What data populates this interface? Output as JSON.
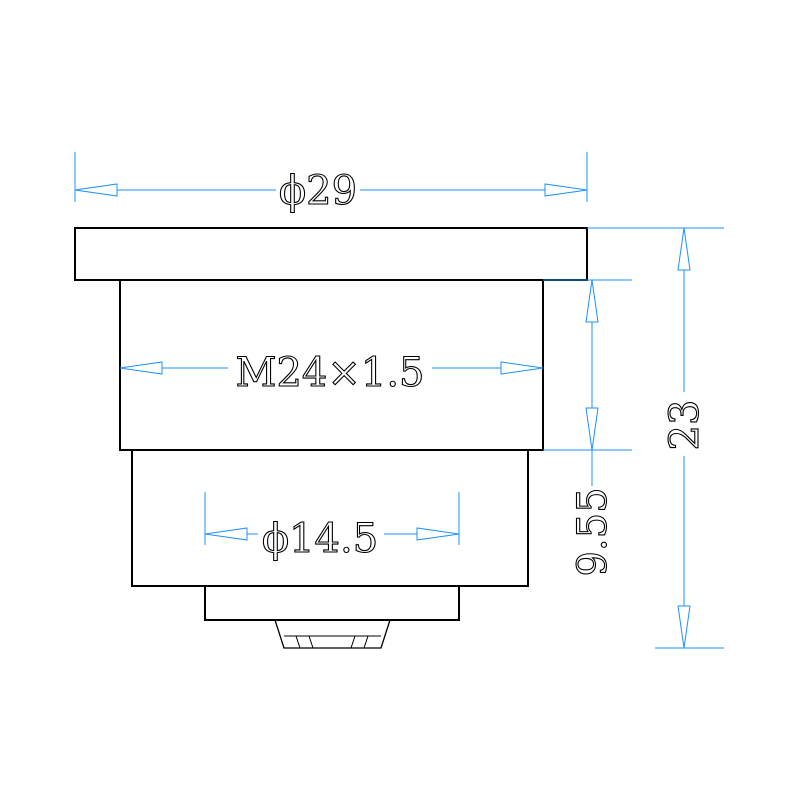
{
  "drawing": {
    "dimensions": {
      "outer_diameter": "ϕ29",
      "thread": "M24×1.5",
      "inner_diameter": "ϕ14.5",
      "thread_length": "9.55",
      "total_height": "23"
    },
    "colors": {
      "part_outline": "#000000",
      "dimension_lines": "#1e90ff",
      "background": "#ffffff"
    }
  }
}
